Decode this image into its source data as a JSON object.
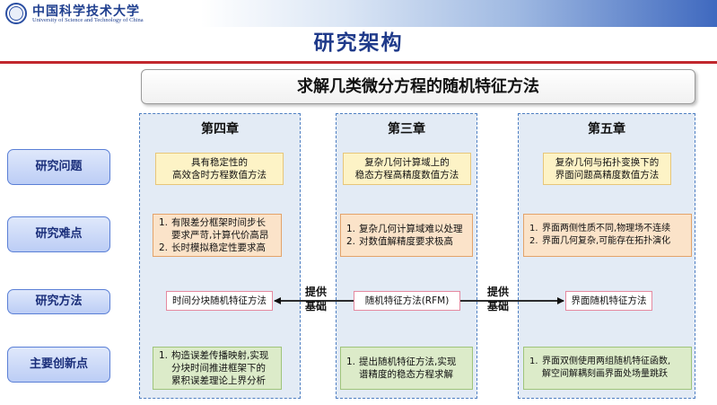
{
  "header": {
    "logo_cn": "中国科学技术大学",
    "logo_en": "University of Science and Technology of China",
    "title": "研究架构"
  },
  "topic": "求解几类微分方程的随机特征方法",
  "rows": {
    "problem": "研究问题",
    "difficulty": "研究难点",
    "method": "研究方法",
    "innovation": "主要创新点"
  },
  "columns": [
    {
      "title": "第四章",
      "problem": [
        "具有稳定性的",
        "高效含时方程数值方法"
      ],
      "difficulty": [
        {
          "n": "1.",
          "lines": [
            "有限差分框架时间步长",
            "要求严苛,计算代价高昂"
          ]
        },
        {
          "n": "2.",
          "lines": [
            "长时模拟稳定性要求高"
          ]
        }
      ],
      "method": "时间分块随机特征方法",
      "innovation": [
        {
          "n": "1.",
          "lines": [
            "构造误差传播映射,实现",
            "分块时间推进框架下的",
            "累积误差理论上界分析"
          ]
        }
      ]
    },
    {
      "title": "第三章",
      "problem": [
        "复杂几何计算域上的",
        "稳态方程高精度数值方法"
      ],
      "difficulty": [
        {
          "n": "1.",
          "lines": [
            "复杂几何计算域难以处理"
          ]
        },
        {
          "n": "2.",
          "lines": [
            "对数值解精度要求极高"
          ]
        }
      ],
      "method": "随机特征方法(RFM)",
      "innovation": [
        {
          "n": "1.",
          "lines": [
            "提出随机特征方法,实现",
            "谱精度的稳态方程求解"
          ]
        }
      ]
    },
    {
      "title": "第五章",
      "problem": [
        "复杂几何与拓扑变换下的",
        "界面问题高精度数值方法"
      ],
      "difficulty": [
        {
          "n": "1.",
          "lines": [
            "界面两侧性质不同,物理场不连续"
          ]
        },
        {
          "n": "2.",
          "lines": [
            "界面几何复杂,可能存在拓扑演化"
          ]
        }
      ],
      "method": "界面随机特征方法",
      "innovation": [
        {
          "n": "1.",
          "lines": [
            "界面双侧使用两组随机特征函数,",
            "解空间解耦刻画界面处场量跳跃"
          ]
        }
      ]
    }
  ],
  "arrows": {
    "left": [
      "提供",
      "基础"
    ],
    "right": [
      "提供",
      "基础"
    ]
  },
  "colors": {
    "title": "#1f3a8a",
    "rule": "#c1272d",
    "column_bg": "#e3ebf5",
    "column_border": "#4f7fc2",
    "problem_box": "#fdf3c6",
    "difficulty_box": "#fbe3c9",
    "method_border": "#e58aa0",
    "innovation_box": "#dcebc9"
  }
}
